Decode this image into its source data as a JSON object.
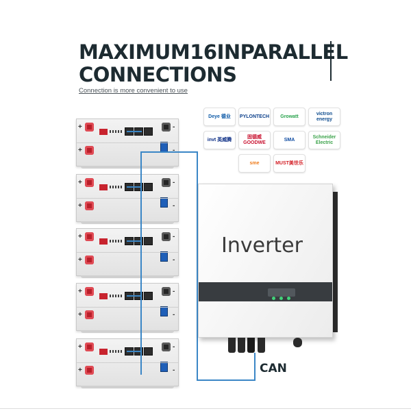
{
  "header": {
    "title_line1": "MAXIMUM16INPARALLEL",
    "title_line2": "CONNECTIONS",
    "subtitle": "Connection is more convenient to use"
  },
  "battery": {
    "plus": "+",
    "minus": "-",
    "count": 5
  },
  "brands": [
    {
      "label": "Deye 德业",
      "color": "#0d5aa7"
    },
    {
      "label": "PYLONTECH",
      "color": "#0b3f8a"
    },
    {
      "label": "Growatt",
      "color": "#27a24b"
    },
    {
      "label": "victron energy",
      "color": "#0c4b8e"
    },
    {
      "label": "invt 英威腾",
      "color": "#0a2c84"
    },
    {
      "label": "固德威 GOODWE",
      "color": "#c8102e"
    },
    {
      "label": "SMA",
      "color": "#0d4aa1"
    },
    {
      "label": "Schneider Electric",
      "color": "#3ca34b"
    },
    {
      "label": "sme",
      "color": "#ef7b1a"
    },
    {
      "label": "MUST美世乐",
      "color": "#d31f26"
    }
  ],
  "inverter": {
    "label": "Inverter",
    "port_label": "CAN"
  },
  "colors": {
    "title": "#1d2b31",
    "wire": "#3a86c6",
    "terminal_positive": "#b81f2a",
    "breaker": "#1f5fb8"
  }
}
